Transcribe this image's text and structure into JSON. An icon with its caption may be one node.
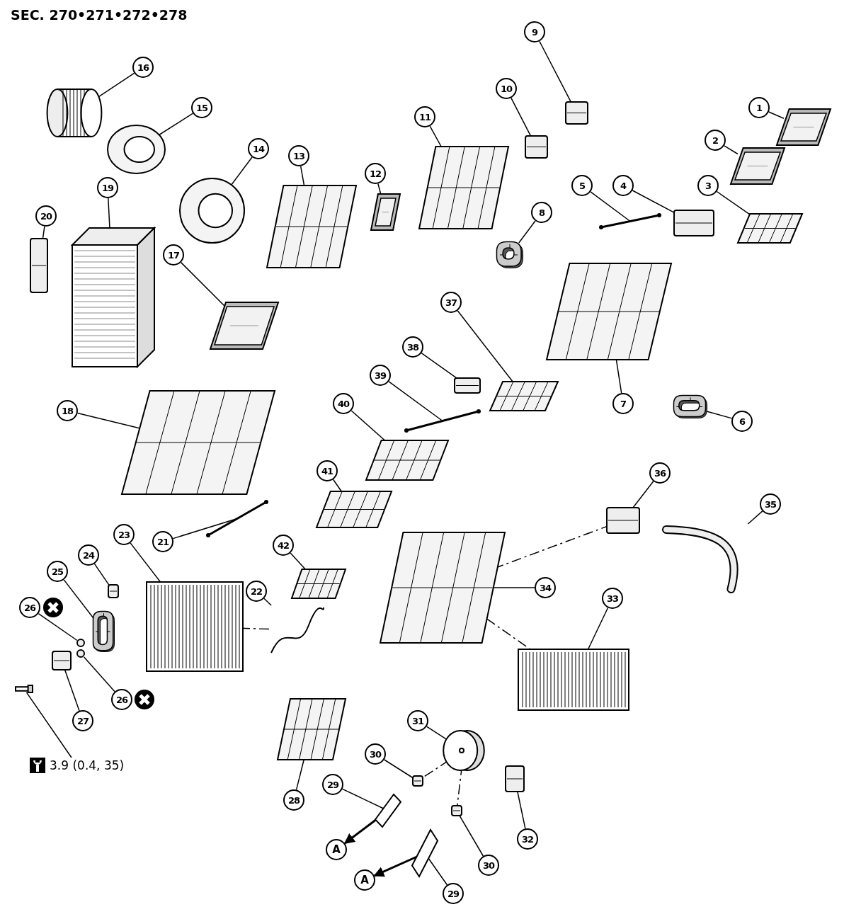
{
  "diagram": {
    "title": "SEC. 270•271•272•278",
    "nodes": [
      {
        "text": [
          "1"
        ]
      },
      {
        "text": [],
        "shape": "picture"
      },
      {
        "text": [
          "2"
        ]
      },
      {
        "text": [],
        "shape": "picture"
      },
      {
        "text": [
          "3"
        ]
      },
      {
        "text": [],
        "shape": "picture"
      },
      {
        "text": [
          "4"
        ]
      },
      {
        "text": [],
        "shape": "picture"
      },
      {
        "text": [
          "5"
        ]
      },
      {
        "text": [],
        "shape": "picture"
      },
      {
        "text": [
          "6"
        ]
      },
      {
        "text": [],
        "shape": "picture"
      },
      {
        "text": [
          "7"
        ]
      },
      {
        "text": [],
        "shape": "picture"
      },
      {
        "text": [
          "8"
        ]
      },
      {
        "text": [],
        "shape": "picture"
      },
      {
        "text": [
          "9"
        ]
      },
      {
        "text": [],
        "shape": "picture"
      },
      {
        "text": [
          "10"
        ]
      },
      {
        "text": [],
        "shape": "picture"
      },
      {
        "text": [
          "11"
        ]
      },
      {
        "text": [],
        "shape": "picture"
      },
      {
        "text": [
          "12"
        ]
      },
      {
        "text": [],
        "shape": "picture"
      },
      {
        "text": [
          "13"
        ]
      },
      {
        "text": [],
        "shape": "picture"
      },
      {
        "text": [
          "14"
        ]
      },
      {
        "text": [],
        "shape": "picture"
      },
      {
        "text": [
          "15"
        ]
      },
      {
        "text": [],
        "shape": "picture"
      },
      {
        "text": [
          "16"
        ]
      },
      {
        "text": [],
        "shape": "picture"
      },
      {
        "text": [
          "17"
        ]
      },
      {
        "text": [],
        "shape": "picture"
      },
      {
        "text": [
          "18"
        ]
      },
      {
        "text": [],
        "shape": "picture"
      },
      {
        "text": [
          "19"
        ]
      },
      {
        "text": [],
        "shape": "picture"
      },
      {
        "text": [
          "20"
        ]
      },
      {
        "text": [],
        "shape": "picture"
      },
      {
        "text": [
          "21"
        ]
      },
      {
        "text": [],
        "shape": "picture"
      },
      {
        "text": [
          "22"
        ]
      },
      {
        "text": [],
        "shape": "picture"
      },
      {
        "text": [
          "23"
        ]
      },
      {
        "text": [],
        "shape": "picture"
      },
      {
        "text": [
          "24"
        ]
      },
      {
        "text": [],
        "shape": "picture"
      },
      {
        "text": [
          "25"
        ]
      },
      {
        "text": [],
        "shape": "picture"
      },
      {
        "text": [
          "26"
        ]
      },
      {
        "text": [],
        "shape": "circle"
      },
      {
        "text": [
          "26"
        ]
      },
      {
        "text": [],
        "shape": "circle"
      },
      {
        "text": [
          "27"
        ]
      },
      {
        "text": [],
        "shape": "picture"
      },
      {
        "text": [],
        "shape": "picture"
      },
      {
        "text": [
          "3.9 (0.4, 35)"
        ]
      },
      {
        "text": [
          "28"
        ]
      },
      {
        "text": [],
        "shape": "picture"
      },
      {
        "text": [
          "29"
        ]
      },
      {
        "text": [],
        "shape": "picture"
      },
      {
        "text": [
          "29"
        ]
      },
      {
        "text": [],
        "shape": "picture"
      },
      {
        "text": [
          "30"
        ]
      },
      {
        "text": [],
        "shape": "picture"
      },
      {
        "text": [
          "30"
        ]
      },
      {
        "text": [],
        "shape": "picture"
      },
      {
        "text": [
          "31"
        ]
      },
      {
        "text": [],
        "shape": "picture"
      },
      {
        "text": [
          "32"
        ]
      },
      {
        "text": [],
        "shape": "picture"
      },
      {
        "text": [
          "33"
        ]
      },
      {
        "text": [],
        "shape": "picture"
      },
      {
        "text": [
          "34"
        ]
      },
      {
        "text": [],
        "shape": "picture"
      },
      {
        "text": [
          "35"
        ]
      },
      {
        "text": [],
        "shape": "picture"
      },
      {
        "text": [
          "36"
        ]
      },
      {
        "text": [],
        "shape": "picture"
      },
      {
        "text": [
          "37"
        ]
      },
      {
        "text": [],
        "shape": "picture"
      },
      {
        "text": [
          "38"
        ]
      },
      {
        "text": [],
        "shape": "picture"
      },
      {
        "text": [
          "39"
        ]
      },
      {
        "text": [],
        "shape": "picture"
      },
      {
        "text": [
          "40"
        ]
      },
      {
        "text": [],
        "shape": "picture"
      },
      {
        "text": [
          "41"
        ]
      },
      {
        "text": [],
        "shape": "picture"
      },
      {
        "text": [
          "42"
        ]
      },
      {
        "text": [],
        "shape": "picture"
      },
      {
        "text": [
          "A"
        ]
      },
      {
        "text": [
          "A"
        ]
      }
    ],
    "edges": [
      {
        "from": 0,
        "to": 1,
        "arrow": "none"
      },
      {
        "from": 2,
        "to": 3,
        "arrow": "none"
      },
      {
        "from": 4,
        "to": 5,
        "arrow": "none"
      },
      {
        "from": 6,
        "to": 7,
        "arrow": "none"
      },
      {
        "from": 8,
        "to": 9,
        "arrow": "none"
      },
      {
        "from": 10,
        "to": 11,
        "arrow": "none"
      },
      {
        "from": 12,
        "to": 13,
        "arrow": "none"
      },
      {
        "from": 14,
        "to": 15,
        "arrow": "none"
      },
      {
        "from": 16,
        "to": 17,
        "arrow": "none"
      },
      {
        "from": 18,
        "to": 19,
        "arrow": "none"
      },
      {
        "from": 20,
        "to": 21,
        "arrow": "none"
      },
      {
        "from": 22,
        "to": 23,
        "arrow": "none"
      },
      {
        "from": 24,
        "to": 25,
        "arrow": "none"
      },
      {
        "from": 26,
        "to": 27,
        "arrow": "none"
      },
      {
        "from": 28,
        "to": 29,
        "arrow": "none"
      },
      {
        "from": 30,
        "to": 31,
        "arrow": "none"
      },
      {
        "from": 32,
        "to": 33,
        "arrow": "none"
      },
      {
        "from": 34,
        "to": 35,
        "arrow": "none"
      },
      {
        "from": 36,
        "to": 37,
        "arrow": "none"
      },
      {
        "from": 38,
        "to": 39,
        "arrow": "none"
      },
      {
        "from": 40,
        "to": 41,
        "arrow": "none"
      },
      {
        "from": 42,
        "to": 43,
        "arrow": "none"
      },
      {
        "from": 44,
        "to": 45,
        "arrow": "none"
      },
      {
        "from": 46,
        "to": 47,
        "arrow": "none"
      },
      {
        "from": 48,
        "to": 49,
        "arrow": "none"
      },
      {
        "from": 50,
        "to": 51,
        "arrow": "none"
      },
      {
        "from": 52,
        "to": 53,
        "arrow": "none"
      },
      {
        "from": 54,
        "to": 55,
        "arrow": "none"
      },
      {
        "from": 56,
        "to": 57,
        "arrow": "none"
      },
      {
        "from": 58,
        "to": 59,
        "arrow": "none"
      },
      {
        "from": 60,
        "to": 61,
        "arrow": "none"
      },
      {
        "from": 62,
        "to": 63,
        "arrow": "none"
      },
      {
        "from": 64,
        "to": 65,
        "arrow": "none"
      },
      {
        "from": 66,
        "to": 67,
        "arrow": "none"
      },
      {
        "from": 68,
        "to": 69,
        "arrow": "none"
      },
      {
        "from": 70,
        "to": 71,
        "arrow": "none"
      },
      {
        "from": 72,
        "to": 73,
        "arrow": "none"
      },
      {
        "from": 74,
        "to": 75,
        "arrow": "none"
      },
      {
        "from": 76,
        "to": 77,
        "arrow": "none"
      },
      {
        "from": 78,
        "to": 79,
        "arrow": "none"
      },
      {
        "from": 80,
        "to": 81,
        "arrow": "none"
      },
      {
        "from": 82,
        "to": 83,
        "arrow": "none"
      },
      {
        "from": 84,
        "to": 85,
        "arrow": "none"
      },
      {
        "from": 86,
        "to": 87,
        "arrow": "none"
      },
      {
        "from": 88,
        "to": 89,
        "arrow": "none"
      },
      {
        "from": 90,
        "to": 91,
        "arrow": "none"
      },
      {
        "from": 61,
        "to": 92,
        "arrow": "to"
      },
      {
        "from": 63,
        "to": 93,
        "arrow": "to"
      },
      {
        "from": 79,
        "to": 75,
        "arrow": "none",
        "style": "dashed"
      },
      {
        "from": 73,
        "to": 75,
        "arrow": "none",
        "style": "dashed"
      },
      {
        "from": 43,
        "to": 45,
        "arrow": "none",
        "style": "dashed"
      },
      {
        "from": 69,
        "to": 65,
        "arrow": "none",
        "style": "dashed"
      },
      {
        "from": 69,
        "to": 67,
        "arrow": "none",
        "style": "dashed"
      }
    ]
  }
}
